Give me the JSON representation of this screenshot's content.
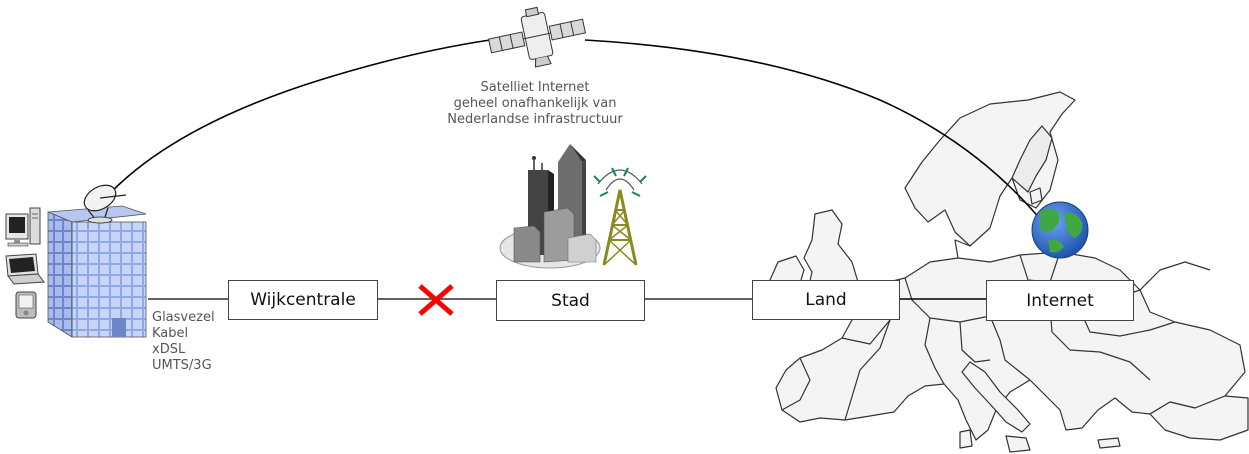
{
  "satellite_caption": [
    "Satelliet Internet",
    "geheel onafhankelijk van",
    "Nederlandse infrastructuur"
  ],
  "connection_types": [
    "Glasvezel",
    "Kabel",
    "xDSL",
    "UMTS/3G"
  ],
  "nodes": {
    "wijkcentrale": "Wijkcentrale",
    "stad": "Stad",
    "land": "Land",
    "internet": "Internet"
  },
  "colors": {
    "line": "#000000",
    "broken_link": "#ff0000",
    "building": "#8fa8e6",
    "map_fill": "#f4f4f4",
    "globe_ocean": "#2f6fd0",
    "globe_land": "#3fa843"
  },
  "icons": [
    "satellite-icon",
    "satellite-dish-icon",
    "office-building-icon",
    "desktop-computer-icon",
    "laptop-icon",
    "pda-icon",
    "city-skyline-icon",
    "radio-tower-icon",
    "globe-icon",
    "europe-map",
    "broken-link-icon"
  ]
}
